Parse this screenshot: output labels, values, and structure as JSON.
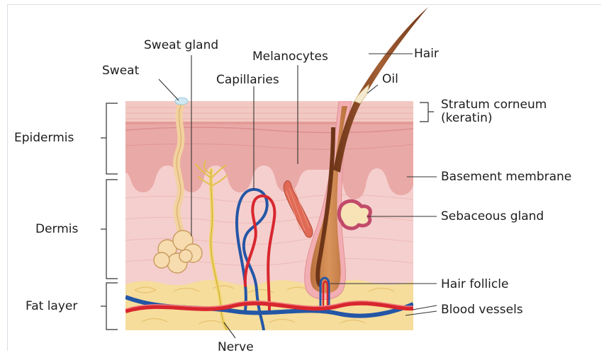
{
  "labels": {
    "sweat": "Sweat",
    "sweat_gland": "Sweat gland",
    "capillaries": "Capillaries",
    "melanocytes": "Melanocytes",
    "hair": "Hair",
    "oil": "Oil",
    "stratum_corneum": "Stratum corneum",
    "keratin": "(keratin)",
    "basement_membrane": "Basement membrane",
    "sebaceous_gland": "Sebaceous gland",
    "hair_follicle": "Hair follicle",
    "blood_vessels": "Blood vessels",
    "nerve": "Nerve",
    "epidermis": "Epidermis",
    "dermis": "Dermis",
    "fat_layer": "Fat layer"
  },
  "colors": {
    "stratum": "#f2c9c2",
    "epidermis": "#e9a9a6",
    "dermis": "#f5cfcd",
    "fat": "#f6dd9b",
    "hair": "#8a4a26",
    "artery": "#d8262e",
    "vein": "#2456a6",
    "nerve": "#f1d56a"
  }
}
